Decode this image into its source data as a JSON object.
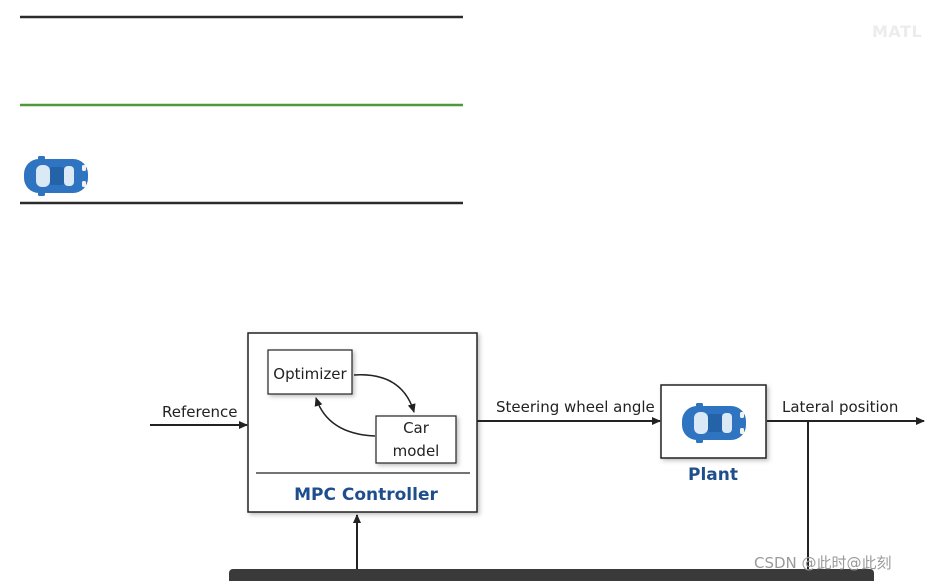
{
  "watermark_top": "MATL",
  "watermark_bottom": "CSDN @此时@此刻",
  "road": {
    "edge_color": "#2b2b2b",
    "center_line_color": "#4e9a3a"
  },
  "diagram": {
    "reference_label": "Reference",
    "controller_title": "MPC Controller",
    "optimizer_label": "Optimizer",
    "car_model_line1": "Car",
    "car_model_line2": "model",
    "steering_label": "Steering wheel angle",
    "plant_label": "Plant",
    "lateral_label": "Lateral position",
    "title_color": "#1f4e8c",
    "car_color": "#2f74c0"
  }
}
